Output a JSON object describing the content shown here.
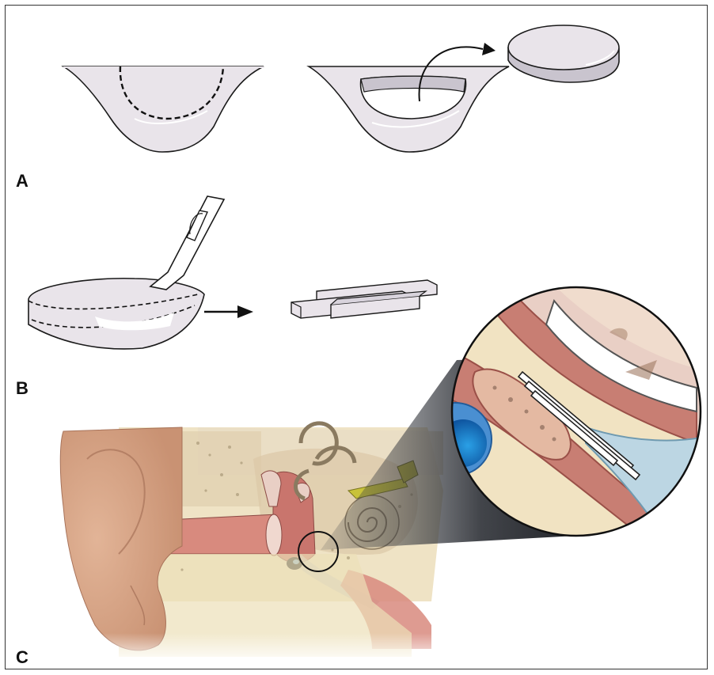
{
  "figure": {
    "panels": [
      {
        "id": "A",
        "label": "A"
      },
      {
        "id": "B",
        "label": "B"
      },
      {
        "id": "C",
        "label": "C"
      }
    ]
  },
  "colors": {
    "cartilage": "#e9e4ea",
    "cartilage_edge": "#1a1a1a",
    "disc_side": "#c9c4ce",
    "skin": "#d9a98c",
    "canal": "#d88a7e",
    "bone": "#efe3c5",
    "inner_bone": "#e6d9b2",
    "cochlea": "#d6c7a6",
    "blue": "#1e6fc0",
    "nerve": "#c8c23a",
    "zoom_red": "#c87e73",
    "zoom_pale": "#e9cfc5",
    "zoom_blue": "#bcd6e3"
  },
  "icons": [
    "forceps-icon",
    "arrow-icon",
    "curved-arrow-icon",
    "magnifier-cone"
  ]
}
